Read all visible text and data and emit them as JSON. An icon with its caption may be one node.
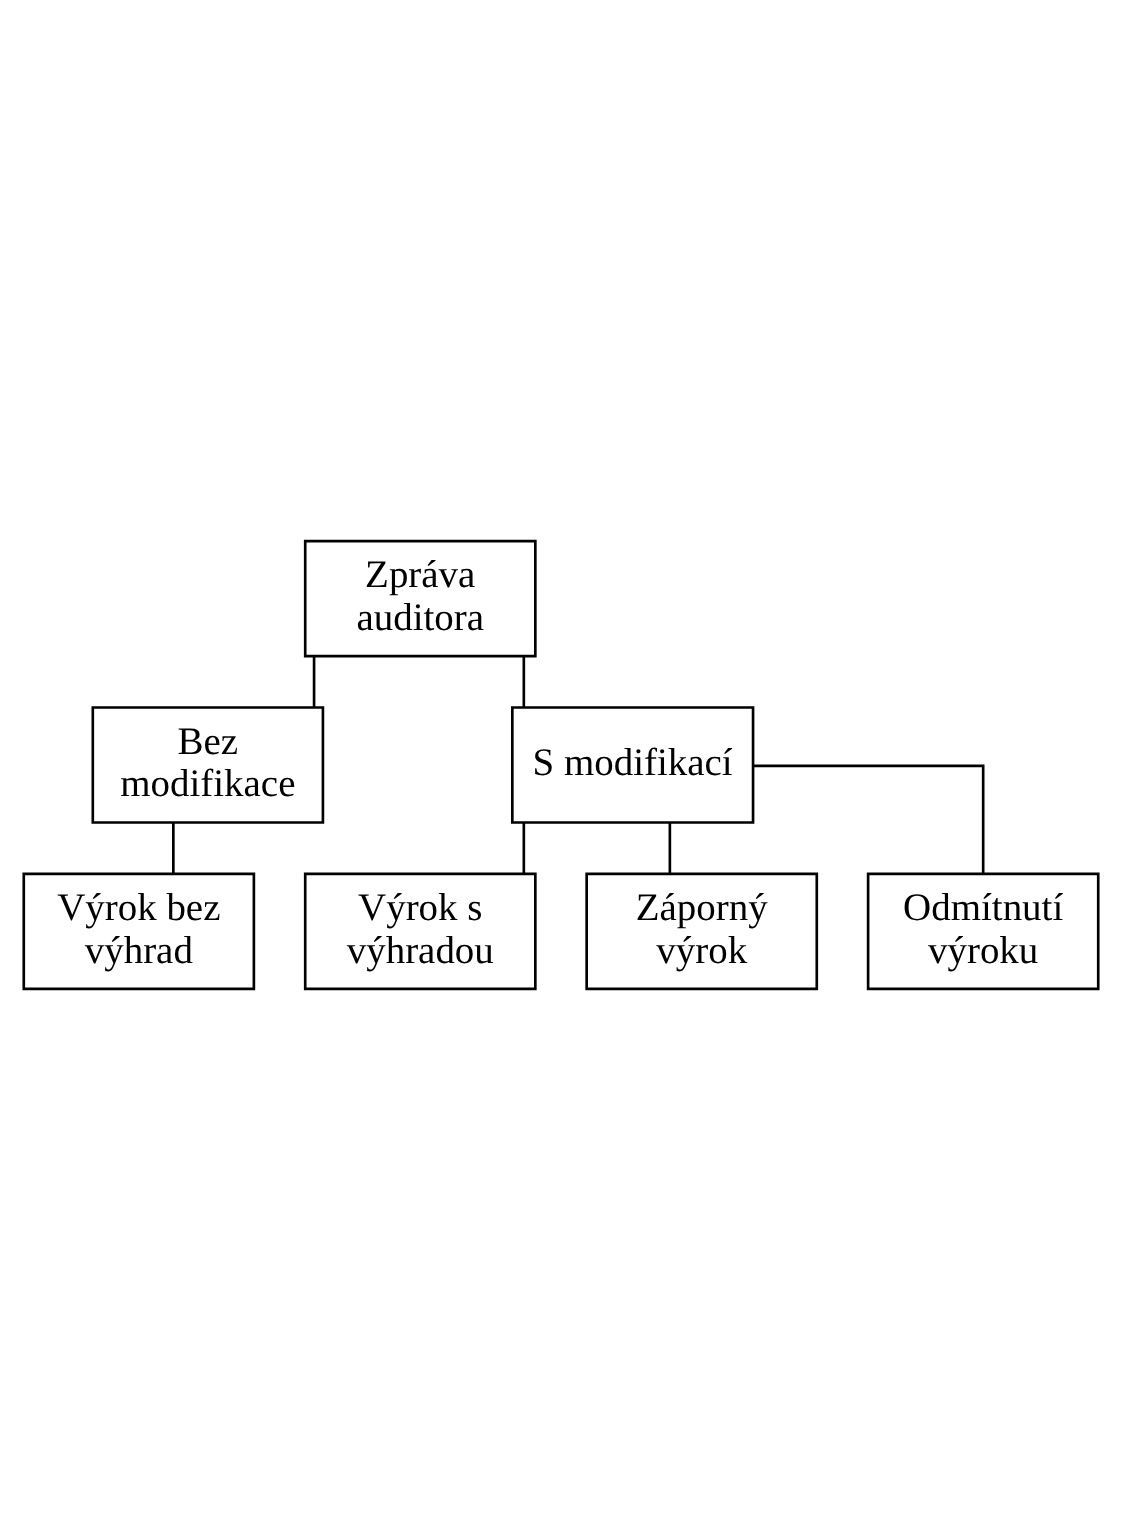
{
  "diagram": {
    "nodes": [
      {
        "text": [
          "Zpráva auditora"
        ]
      },
      {
        "text": [
          "Bez modifikace"
        ]
      },
      {
        "text": [
          "S modifikací"
        ]
      },
      {
        "text": [
          "Výrok bez výhrad"
        ]
      },
      {
        "text": [
          "Výrok s výhradou"
        ]
      },
      {
        "text": [
          "Záporný výrok"
        ]
      },
      {
        "text": [
          "Odmítnutí výroku"
        ]
      }
    ],
    "edges": [
      {
        "from": 0,
        "to": 1,
        "arrow": "none"
      },
      {
        "from": 0,
        "to": 2,
        "arrow": "none"
      },
      {
        "from": 1,
        "to": 3,
        "arrow": "none"
      },
      {
        "from": 2,
        "to": 4,
        "arrow": "none"
      },
      {
        "from": 2,
        "to": 5,
        "arrow": "none"
      },
      {
        "from": 2,
        "to": 6,
        "arrow": "none"
      }
    ]
  }
}
